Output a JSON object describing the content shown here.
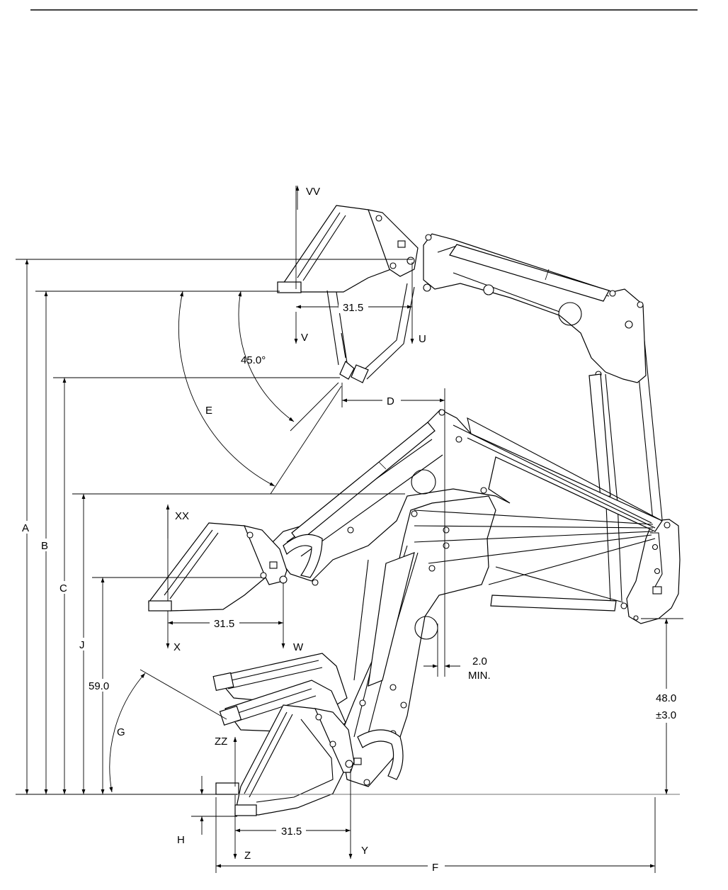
{
  "labels": {
    "VV": "VV",
    "V": "V",
    "U": "U",
    "XX": "XX",
    "X": "X",
    "W": "W",
    "ZZ": "ZZ",
    "Z": "Z",
    "Y": "Y",
    "A": "A",
    "B": "B",
    "C": "C",
    "D": "D",
    "E": "E",
    "F": "F",
    "G": "G",
    "H": "H",
    "J": "J"
  },
  "dimensions": {
    "top_bucket_width": "31.5",
    "mid_bucket_width": "31.5",
    "low_bucket_width": "31.5",
    "dump_angle": "45.0°",
    "height_59": "59.0",
    "clearance_value": "2.0",
    "clearance_note": "MIN.",
    "mount_height": "48.0",
    "mount_tolerance": "±3.0"
  }
}
